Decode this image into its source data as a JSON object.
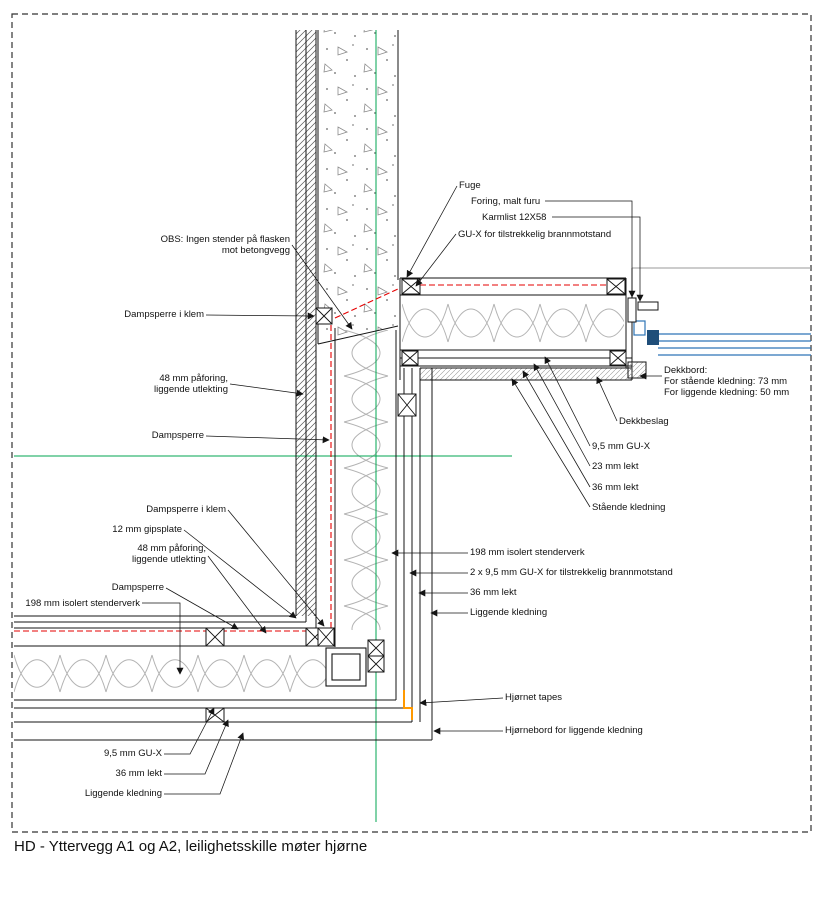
{
  "title": "HD - Yttervegg A1 og A2, leilighetsskille møter hjørne",
  "colors": {
    "reference_green": "#00a651",
    "vapor_barrier_red": "#e60000",
    "window_blue": "#2e75b6",
    "window_blue_dark": "#1f4e79",
    "tape_orange": "#ff9900",
    "line_black": "#141414",
    "insulation_gray": "#b3b3b3",
    "concrete_gray": "#8a8a8a",
    "neutral_gray": "#9a9a9a"
  },
  "labels": {
    "obs_note": "OBS: Ingen stender på flasken\nmot betongvegg",
    "vapor_clamp_upper": "Dampsperre i klem",
    "furring_upper": "48 mm påforing,\nliggende utlekting",
    "vapor_upper": "Dampsperre",
    "vapor_clamp_lower": "Dampsperre i klem",
    "gypsum_board": "12 mm gipsplate",
    "furring_lower": "48 mm påforing,\nliggende utlekting",
    "vapor_lower": "Dampsperre",
    "stud_wall_left": "198 mm isolert stenderverk",
    "fuge": "Fuge",
    "lining": "Foring, malt furu",
    "casing": "Karmlist 12X58",
    "gux_fire": "GU-X for tilstrekkelig brannmotstand",
    "cover_board": "Dekkbord:\nFor stående kledning: 73 mm\nFor liggende kledning: 50 mm",
    "cover_flashing": "Dekkbeslag",
    "gux_right": "9,5 mm GU-X",
    "batten_23": "23 mm lekt",
    "batten_36_right": "36 mm lekt",
    "vertical_cladding": "Stående kledning",
    "stud_wall_right": "198 mm isolert stenderverk",
    "gux_double": "2 x 9,5 mm GU-X for tilstrekkelig brannmotstand",
    "batten_36_mid": "36 mm lekt",
    "horizontal_cladding_mid": "Liggende kledning",
    "corner_taped": "Hjørnet tapes",
    "corner_board": "Hjørnebord for liggende kledning",
    "gux_bottom": "9,5 mm GU-X",
    "batten_36_bottom": "36 mm lekt",
    "horizontal_cladding_bottom": "Liggende kledning"
  }
}
